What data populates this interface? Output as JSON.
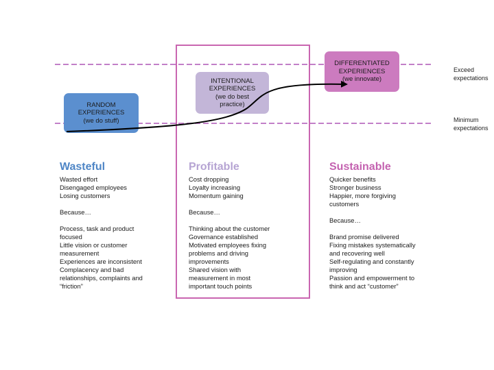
{
  "colors": {
    "random": "#5b8fcf",
    "intentional": "#c3b6d8",
    "differentiated": "#cc7bbf",
    "dashed_line": "#c27fc8",
    "highlight_border": "#c965b0",
    "wasteful_heading": "#4f86c6",
    "profitable_heading": "#b6a4d3",
    "sustainable_heading": "#c462b0"
  },
  "levels": {
    "exceed": [
      "Exceed",
      "expectations"
    ],
    "minimum": [
      "Minimum",
      "expectations"
    ]
  },
  "boxes": {
    "random": [
      "RANDOM",
      "EXPERIENCES",
      "(we do stuff)"
    ],
    "intentional": [
      "INTENTIONAL",
      "EXPERIENCES",
      "(we do best",
      "practice)"
    ],
    "differentiated": [
      "DIFFERENTIATED",
      "EXPERIENCES",
      "(we innovate)"
    ]
  },
  "columns": {
    "wasteful": {
      "heading": "Wasteful",
      "lines": [
        "Wasted effort",
        "Disengaged employees",
        "Losing customers",
        "",
        "Because…",
        "",
        "Process, task and product",
        "focused",
        "Little vision or customer",
        "measurement",
        "Experiences are inconsistent",
        "Complacency and bad",
        "relationships, complaints and",
        "“friction”"
      ]
    },
    "profitable": {
      "heading": "Profitable",
      "lines": [
        "Cost dropping",
        "Loyalty increasing",
        "Momentum gaining",
        "",
        "Because…",
        "",
        "Thinking about the customer",
        "Governance established",
        "Motivated employees fixing",
        "problems and driving",
        "improvements",
        "Shared vision with",
        "measurement in most",
        "important touch points"
      ]
    },
    "sustainable": {
      "heading": "Sustainable",
      "lines": [
        "Quicker benefits",
        "Stronger business",
        "Happier, more forgiving",
        "customers",
        "",
        "Because…",
        "",
        "Brand promise delivered",
        "Fixing mistakes systematically",
        "and recovering well",
        "Self-regulating and constantly",
        "improving",
        "Passion and empowerment to",
        "think and act “customer”"
      ]
    }
  }
}
